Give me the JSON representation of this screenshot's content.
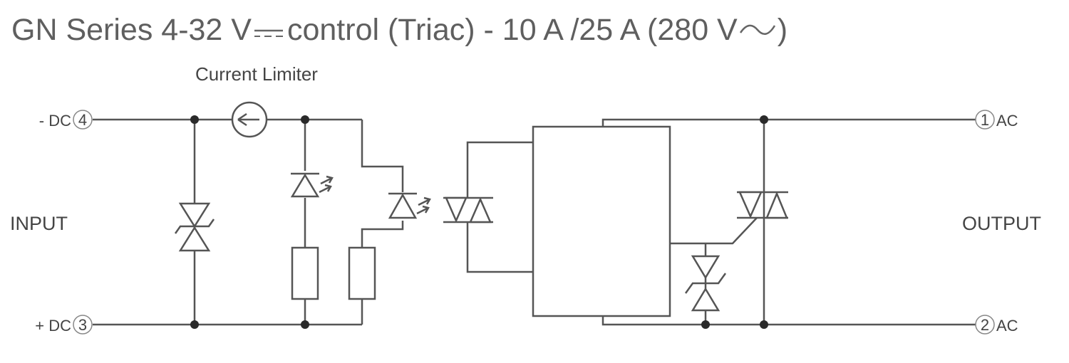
{
  "title": {
    "series": "GN Series 4-32 V",
    "dc_symbol": "dc-voltage-symbol",
    "control": "control (Triac) - 10 A /25 A (280 V",
    "ac_symbol": "ac-voltage-symbol",
    "close": ")"
  },
  "labels": {
    "current_limiter": "Current Limiter",
    "input": "INPUT",
    "output": "OUTPUT",
    "minus_dc": "- DC",
    "plus_dc": "+ DC",
    "ac_top": "AC",
    "ac_bottom": "AC"
  },
  "terminals": {
    "t4": "4",
    "t3": "3",
    "t1": "1",
    "t2": "2"
  },
  "colors": {
    "line": "#555555",
    "text": "#444444",
    "title": "#5f5f5f"
  }
}
